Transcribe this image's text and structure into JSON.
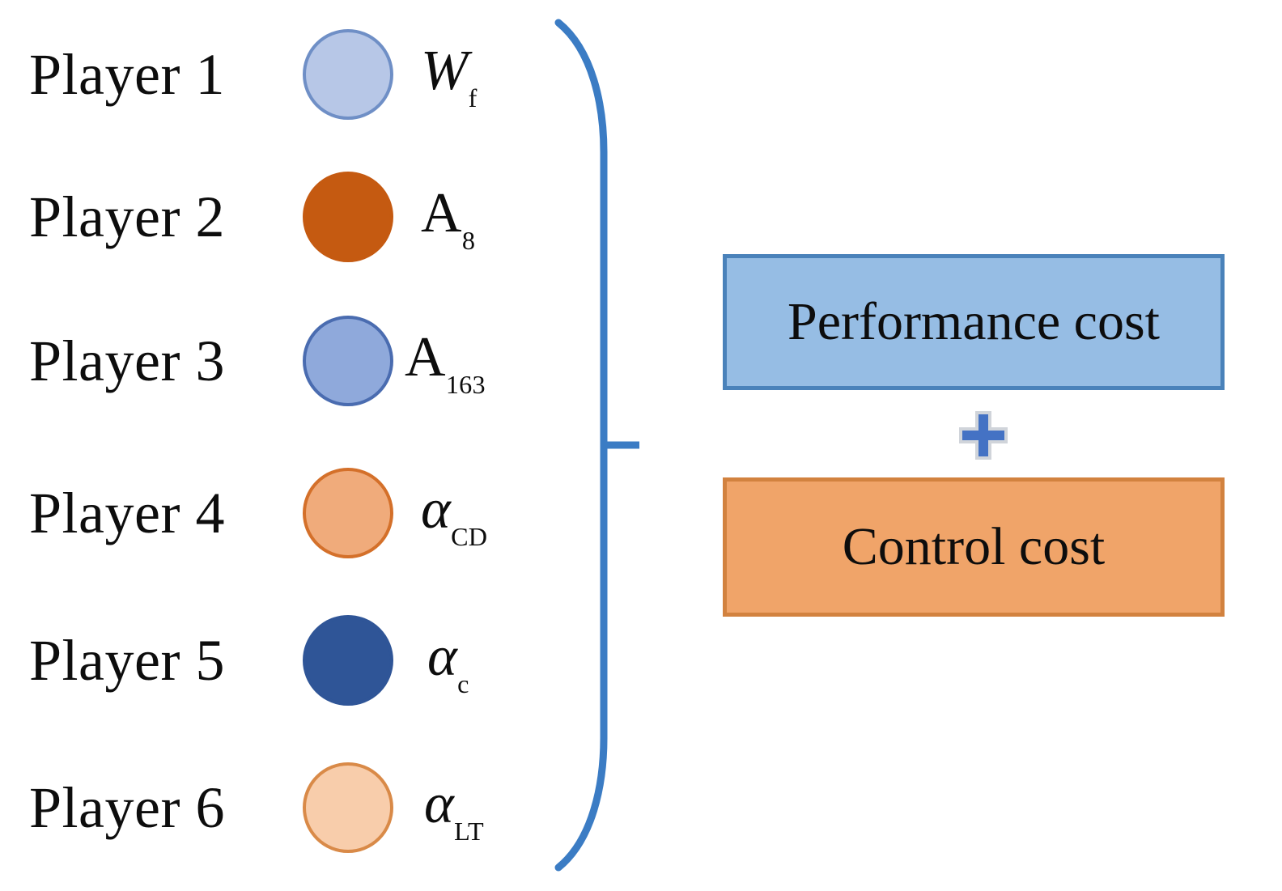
{
  "diagram": {
    "players": [
      {
        "label": "Player 1",
        "dot_color": "#b7c7e7",
        "dot_border": "#6f8fc6",
        "symbol_base": "W",
        "symbol_sub": "f",
        "symbol_italic": true
      },
      {
        "label": "Player 2",
        "dot_color": "#c55a11",
        "dot_border": "#c55a11",
        "symbol_base": "A",
        "symbol_sub": "8",
        "symbol_italic": false
      },
      {
        "label": "Player 3",
        "dot_color": "#8fa9db",
        "dot_border": "#4a6cb0",
        "symbol_base": "A",
        "symbol_sub": "163",
        "symbol_italic": false
      },
      {
        "label": "Player 4",
        "dot_color": "#f0ab7b",
        "dot_border": "#d4702a",
        "symbol_base": "α",
        "symbol_sub": "CD",
        "symbol_italic": true
      },
      {
        "label": "Player 5",
        "dot_color": "#2f5597",
        "dot_border": "#2f5597",
        "symbol_base": "α",
        "symbol_sub": "c",
        "symbol_italic": true
      },
      {
        "label": "Player 6",
        "dot_color": "#f8cdab",
        "dot_border": "#d98a48",
        "symbol_base": "α",
        "symbol_sub": "LT",
        "symbol_italic": true
      }
    ],
    "brace": {
      "color": "#3b7cc4",
      "orientation": "right-pointing"
    },
    "cost": {
      "performance_label": "Performance cost",
      "control_label": "Control cost",
      "operator": "+",
      "performance_fill": "#96bde4",
      "performance_border": "#4a82ba",
      "control_fill": "#f0a469",
      "control_border": "#d2823f",
      "operator_color": "#4472c4"
    }
  }
}
